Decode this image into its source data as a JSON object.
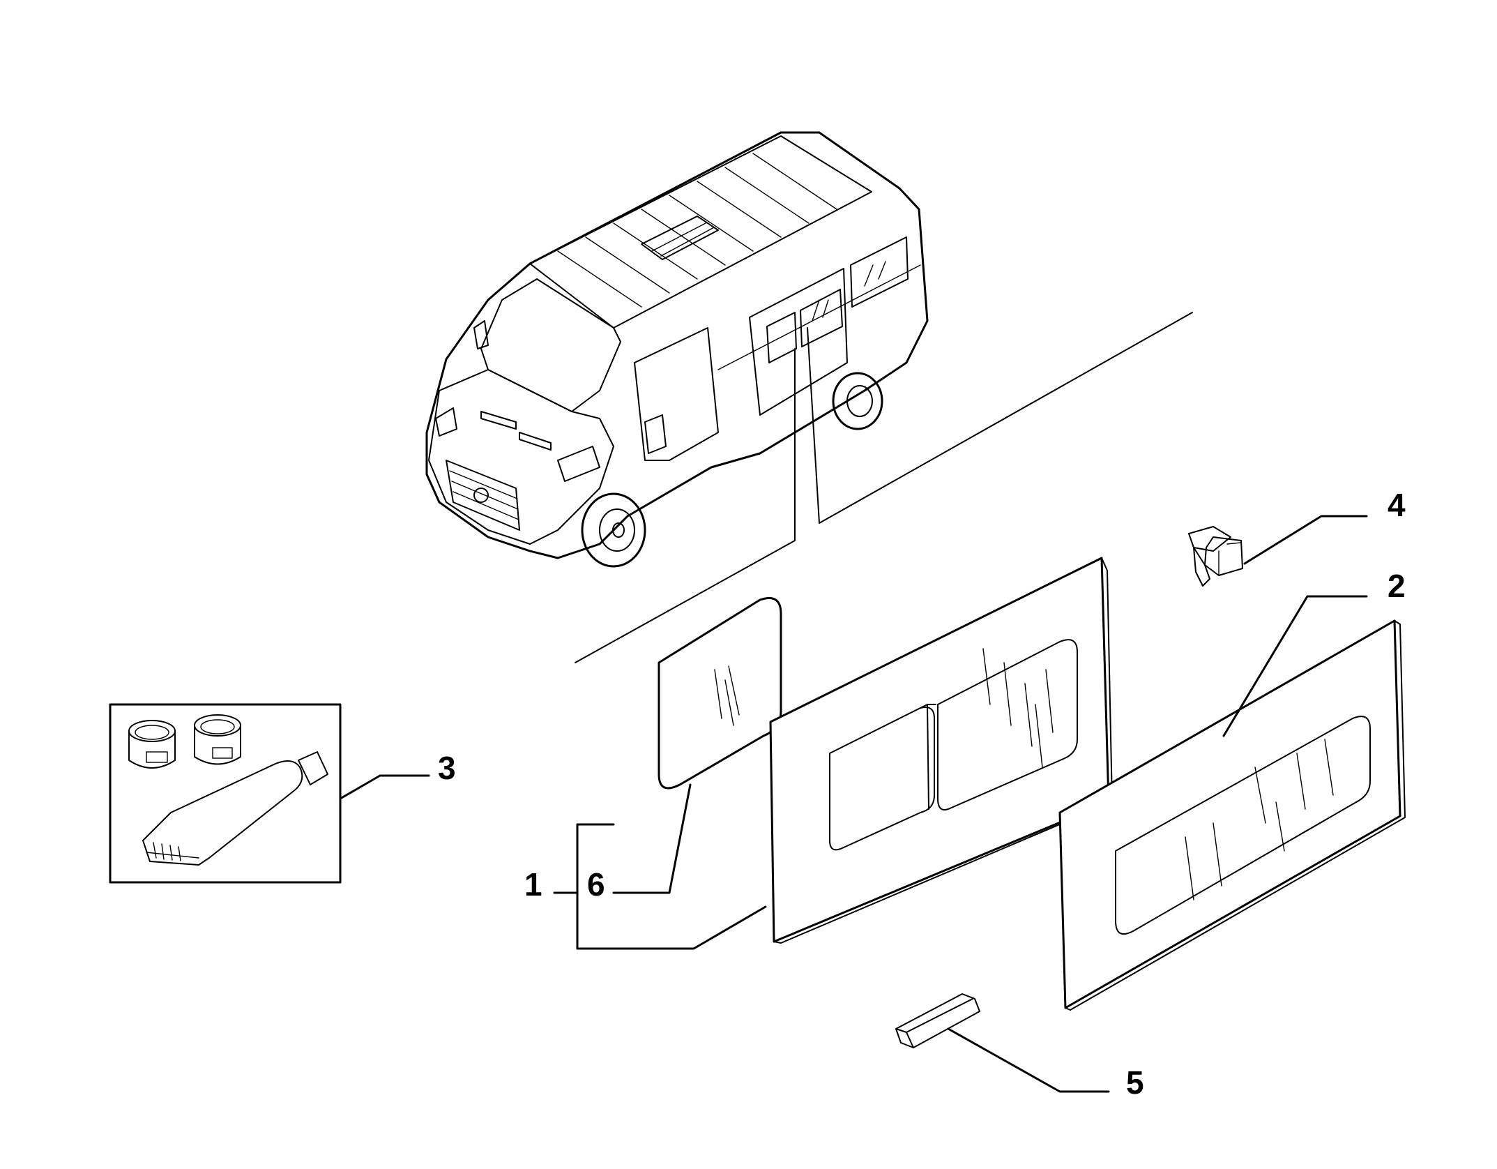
{
  "callouts": {
    "c1": "1",
    "c2": "2",
    "c3": "3",
    "c4": "4",
    "c5": "5",
    "c6": "6"
  },
  "icons": {
    "vehicle": "van-illustration-icon",
    "fixed_glass": "fixed-window-glass-icon",
    "sliding_window": "sliding-window-panel-icon",
    "side_window": "side-window-panel-icon",
    "clip": "retaining-clip-icon",
    "seal": "seal-block-icon",
    "adhesive_kit": "adhesive-kit-icon"
  },
  "colors": {
    "line": "#000000",
    "background": "#ffffff"
  }
}
